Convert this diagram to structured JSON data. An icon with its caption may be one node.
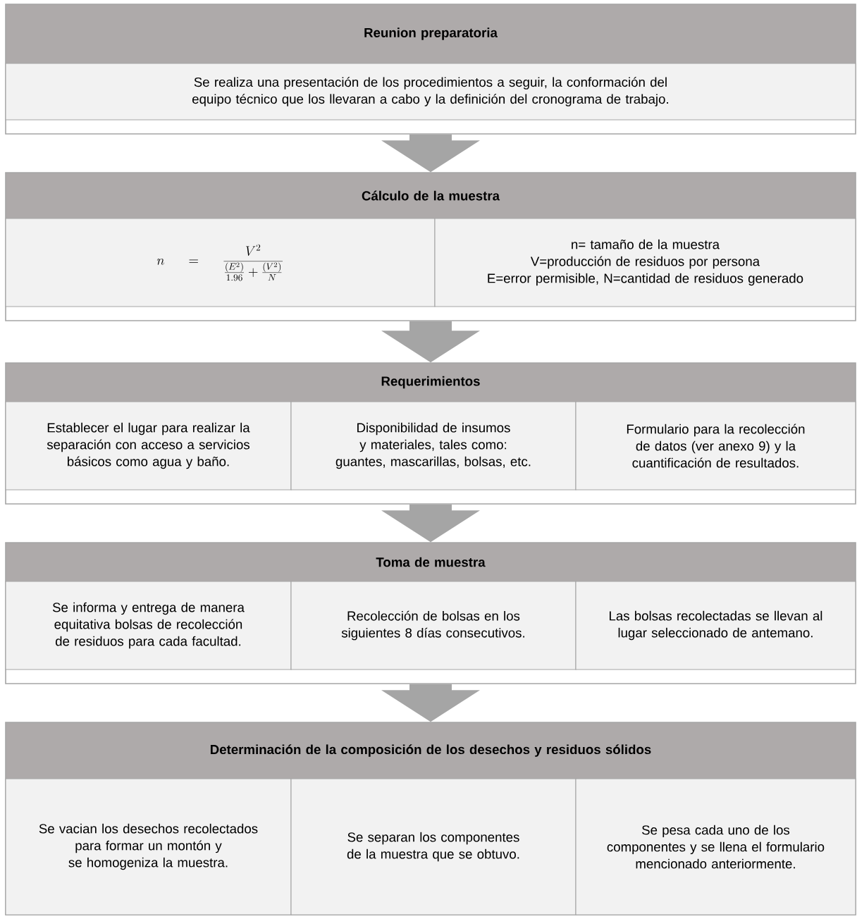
{
  "diagram": {
    "nodes": [
      {
        "text": [
          "Reunion preparatoria"
        ]
      },
      {
        "text": [
          "Se realiza una presentación de los procedimientos a seguir, la conformación del equipo técnico que los llevaran a cabo y la definición del cronograma de trabajo."
        ],
        "in": 0
      },
      {
        "text": [
          "Cálculo de la muestra"
        ]
      },
      {
        "text": [
          "n=\\frac{V^2}{\\frac{(E^2)}{1.96}+\\frac{(V^2)}{N}}"
        ],
        "in": 2
      },
      {
        "text": [
          "n= tamaño de la muestra",
          "V=producción de residuos por persona",
          "E=error permisible, N=cantidad de residuos generado"
        ],
        "in": 2
      },
      {
        "text": [
          "Requerimientos"
        ]
      },
      {
        "text": [
          "Establecer el lugar para realizar la separación con acceso a servicios básicos como agua y baño."
        ],
        "in": 5
      },
      {
        "text": [
          "Disponibilidad de insumos y materiales, tales como: guantes, mascarillas, bolsas, etc."
        ],
        "in": 5
      },
      {
        "text": [
          "Formulario para la recolección de datos (ver anexo 9) y la cuantificación de resultados."
        ],
        "in": 5
      },
      {
        "text": [
          "Toma de muestra"
        ]
      },
      {
        "text": [
          "Se informa y entrega de manera equitativa bolsas de recolección de residuos para cada facultad."
        ],
        "in": 9
      },
      {
        "text": [
          "Recolección de bolsas en los siguientes 8 días consecutivos."
        ],
        "in": 9
      },
      {
        "text": [
          "Las bolsas recolectadas se llevan al lugar seleccionado de antemano."
        ],
        "in": 9
      },
      {
        "text": [
          "Determinación de la composición de los desechos y residuos sólidos"
        ]
      },
      {
        "text": [
          "Se vacian los desechos recolectados para formar un montón y se homogeniza la muestra."
        ],
        "in": 13
      },
      {
        "text": [
          "Se separan los componentes de la muestra que se obtuvo."
        ],
        "in": 13
      },
      {
        "text": [
          "Se pesa cada uno de los componentes y se llena el formulario mencionado anteriormente."
        ],
        "in": 13
      }
    ],
    "edges": [
      {
        "from": 0,
        "to": 2,
        "arrow": "to"
      },
      {
        "from": 2,
        "to": 5,
        "arrow": "to"
      },
      {
        "from": 5,
        "to": 9,
        "arrow": "to"
      },
      {
        "from": 9,
        "to": 13,
        "arrow": "to"
      }
    ]
  }
}
